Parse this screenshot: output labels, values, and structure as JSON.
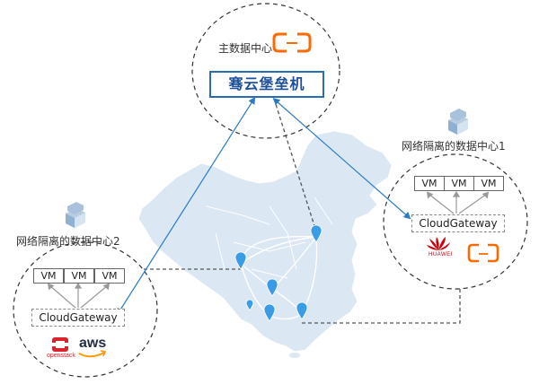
{
  "main_dc": {
    "label": "主数据中心",
    "system": "骞云堡垒机"
  },
  "isolated_dc_1": {
    "label": "网络隔离的数据中心1",
    "vms": [
      "VM",
      "VM",
      "VM"
    ],
    "gateway": "CloudGateway",
    "logos": [
      "huawei-logo",
      "aliyun-logo"
    ],
    "huawei_text": "HUAWEI"
  },
  "isolated_dc_2": {
    "label": "网络隔离的数据中心2",
    "vms": [
      "VM",
      "VM",
      "VM"
    ],
    "gateway": "CloudGateway",
    "logos": [
      "openstack-logo",
      "aws-logo"
    ],
    "openstack_text": "openstack",
    "aws_text": "aws"
  },
  "colors": {
    "connection": "#2a7bc4",
    "map_fill": "#dbe7f3",
    "aliyun_orange": "#ff6a00",
    "pin": "#3a9be6"
  },
  "icons": [
    "server-rack-icon",
    "map-pin-icon",
    "aliyun-logo",
    "huawei-logo",
    "openstack-logo",
    "aws-logo"
  ]
}
